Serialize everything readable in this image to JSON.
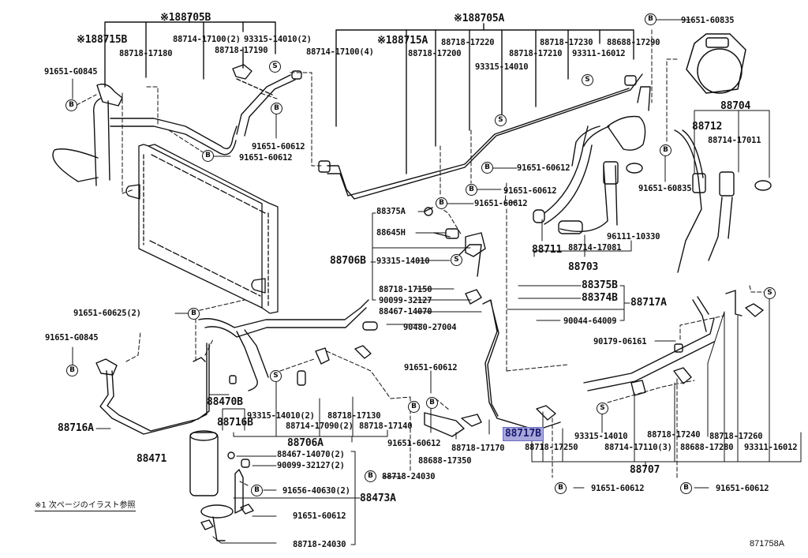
{
  "diagram": {
    "figure_id": "871758A",
    "footnote": "※1 次ページのイラスト参照",
    "highlighted_part": "88717B",
    "highlight_color": "#a7a7dc",
    "symbols": {
      "bolt": "B",
      "screw": "S"
    },
    "group_labels": {
      "g88705B": "※188705B",
      "g88715B": "※188715B",
      "g88705A": "※188705A",
      "g88715A": "※188715A",
      "g88704": "88704",
      "g88703": "88703",
      "g88706B": "88706B",
      "g88717A": "88717A",
      "g88716A": "88716A",
      "g88716B": "88716B",
      "g88706A": "88706A",
      "g88471": "88471",
      "g88473A": "88473A",
      "g88717B": "88717B",
      "g88707": "88707",
      "g88712": "88712",
      "g88711": "88711",
      "g88470B": "88470B"
    },
    "parts": {
      "p1": "88714-17100(2)",
      "p2": "93315-14010(2)",
      "p3": "88718-17180",
      "p4": "88718-17190",
      "p5": "91651-G0845",
      "p6": "91651-60612",
      "p7": "91651-60612",
      "p8": "88714-17100(4)",
      "p9": "88718-17220",
      "p10": "88718-17200",
      "p11": "93315-14010",
      "p12": "88718-17230",
      "p13": "88688-17290",
      "p14": "88718-17210",
      "p15": "93311-16012",
      "p16": "91651-60835",
      "p17": "88714-17011",
      "p18": "91651-60835",
      "p19": "91651-60612",
      "p20": "91651-60612",
      "p21": "91651-60612",
      "p22": "88375A",
      "p23": "88645H",
      "p24": "93315-14010",
      "p25": "96111-10330",
      "p26": "88714-17081",
      "p27": "88718-17150",
      "p28": "90099-32127",
      "p29": "88467-14070",
      "p30": "88375B",
      "p31": "88374B",
      "p32": "90044-64009",
      "p33": "90480-27004",
      "p34": "91651-60625(2)",
      "p35": "91651-G0845",
      "p36": "90179-06161",
      "p37": "91651-60612",
      "p38": "93315-14010(2)",
      "p39": "88714-17090(2)",
      "p40": "88718-17130",
      "p41": "88718-17140",
      "p42": "91651-60612",
      "p43": "88718-17170",
      "p44": "88688-17350",
      "p45": "93315-14010",
      "p46": "88718-17240",
      "p47": "88718-17260",
      "p48": "88718-17250",
      "p49": "88714-17110(3)",
      "p50": "88688-17280",
      "p51": "93311-16012",
      "p52": "88467-14070(2)",
      "p53": "90099-32127(2)",
      "p54": "91656-40630(2)",
      "p55": "91651-60612",
      "p56": "88718-24030",
      "p57": "88718-24030",
      "p58": "91651-60612",
      "p59": "91651-60612"
    }
  }
}
